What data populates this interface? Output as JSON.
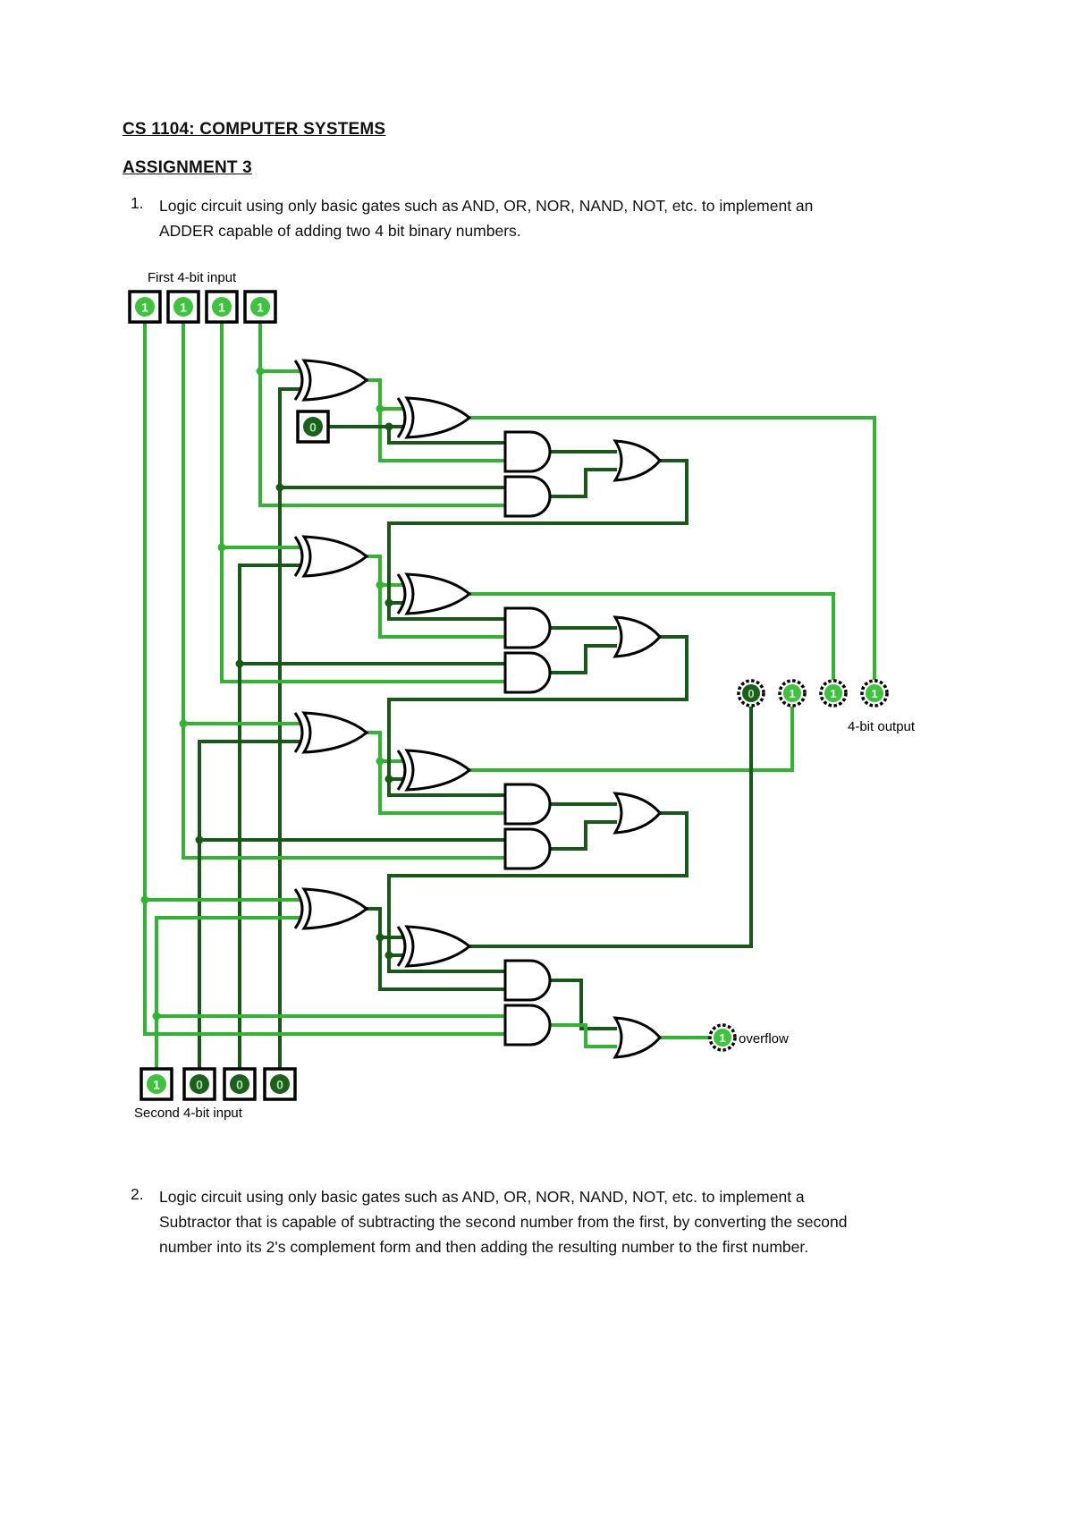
{
  "doc": {
    "course_title": "CS 1104: COMPUTER SYSTEMS",
    "assignment_title": "ASSIGNMENT 3",
    "item1": {
      "number": "1.",
      "text": "Logic circuit using only basic gates such as AND, OR, NOR, NAND, NOT, etc. to implement an ADDER capable of adding two 4 bit binary numbers."
    },
    "item2": {
      "number": "2.",
      "text": "Logic circuit using only basic gates such as AND, OR, NOR, NAND, NOT, etc. to implement a Subtractor that is capable of subtracting the second number from the first, by converting the second number into its 2's complement form and then adding the resulting number to the first number."
    }
  },
  "circuit": {
    "labels": {
      "first_input": "First 4-bit input",
      "second_input": "Second 4-bit input",
      "output": "4-bit output",
      "overflow": "overflow"
    },
    "first_input_values": [
      "1",
      "1",
      "1",
      "1"
    ],
    "second_input_values": [
      "1",
      "0",
      "0",
      "0"
    ],
    "output_values": [
      "0",
      "1",
      "1",
      "1"
    ],
    "overflow_value": "1",
    "constant_value": "0",
    "colors": {
      "high": "#31b531",
      "low": "#175917",
      "pin_high": "#3dc43d",
      "pin_low": "#1b611b",
      "digit_high": "#ffffff",
      "digit_low": "#a9dfa9",
      "outline": "#000000"
    }
  }
}
